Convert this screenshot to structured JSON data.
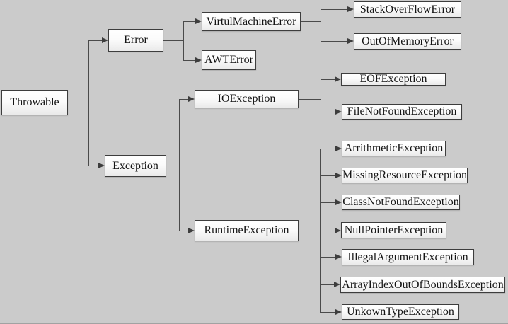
{
  "diagram": {
    "description": "Java Throwable class hierarchy tree diagram",
    "background_color": "#cbcbcb",
    "box_border_color": "#3d3d3d",
    "box_fill_top": "#ffffff",
    "box_fill_bottom": "#eaeaea",
    "line_color": "#4a4a4a",
    "nodes": {
      "throwable": {
        "label": "Throwable"
      },
      "error": {
        "label": "Error"
      },
      "virtual_machine_error": {
        "label": "VirtulMachineError"
      },
      "awt_error": {
        "label": "AWTError"
      },
      "stack_overflow_error": {
        "label": "StackOverFlowError"
      },
      "out_of_memory_error": {
        "label": "OutOfMemoryError"
      },
      "exception": {
        "label": "Exception"
      },
      "io_exception": {
        "label": "IOException"
      },
      "eof_exception": {
        "label": "EOFException"
      },
      "file_not_found_exception": {
        "label": "FileNotFoundException"
      },
      "runtime_exception": {
        "label": "RuntimeException"
      },
      "arithmetic_exception": {
        "label": "ArrithmeticException"
      },
      "missing_resource_exception": {
        "label": "MissingResourceException"
      },
      "class_not_found_exception": {
        "label": "ClassNotFoundException"
      },
      "null_pointer_exception": {
        "label": "NullPointerException"
      },
      "illegal_argument_exception": {
        "label": "IllegalArgumentException"
      },
      "array_index_out_of_bounds_exception": {
        "label": "ArrayIndexOutOfBoundsException"
      },
      "unknown_type_exception": {
        "label": "UnkownTypeException"
      }
    },
    "edges": [
      {
        "from": "Throwable",
        "to": "Error"
      },
      {
        "from": "Throwable",
        "to": "Exception"
      },
      {
        "from": "Error",
        "to": "VirtulMachineError"
      },
      {
        "from": "Error",
        "to": "AWTError"
      },
      {
        "from": "VirtulMachineError",
        "to": "StackOverFlowError"
      },
      {
        "from": "VirtulMachineError",
        "to": "OutOfMemoryError"
      },
      {
        "from": "Exception",
        "to": "IOException"
      },
      {
        "from": "Exception",
        "to": "RuntimeException"
      },
      {
        "from": "IOException",
        "to": "EOFException"
      },
      {
        "from": "IOException",
        "to": "FileNotFoundException"
      },
      {
        "from": "RuntimeException",
        "to": "ArrithmeticException"
      },
      {
        "from": "RuntimeException",
        "to": "MissingResourceException"
      },
      {
        "from": "RuntimeException",
        "to": "ClassNotFoundException"
      },
      {
        "from": "RuntimeException",
        "to": "NullPointerException"
      },
      {
        "from": "RuntimeException",
        "to": "IllegalArgumentException"
      },
      {
        "from": "RuntimeException",
        "to": "ArrayIndexOutOfBoundsException"
      },
      {
        "from": "RuntimeException",
        "to": "UnkownTypeException"
      }
    ]
  }
}
